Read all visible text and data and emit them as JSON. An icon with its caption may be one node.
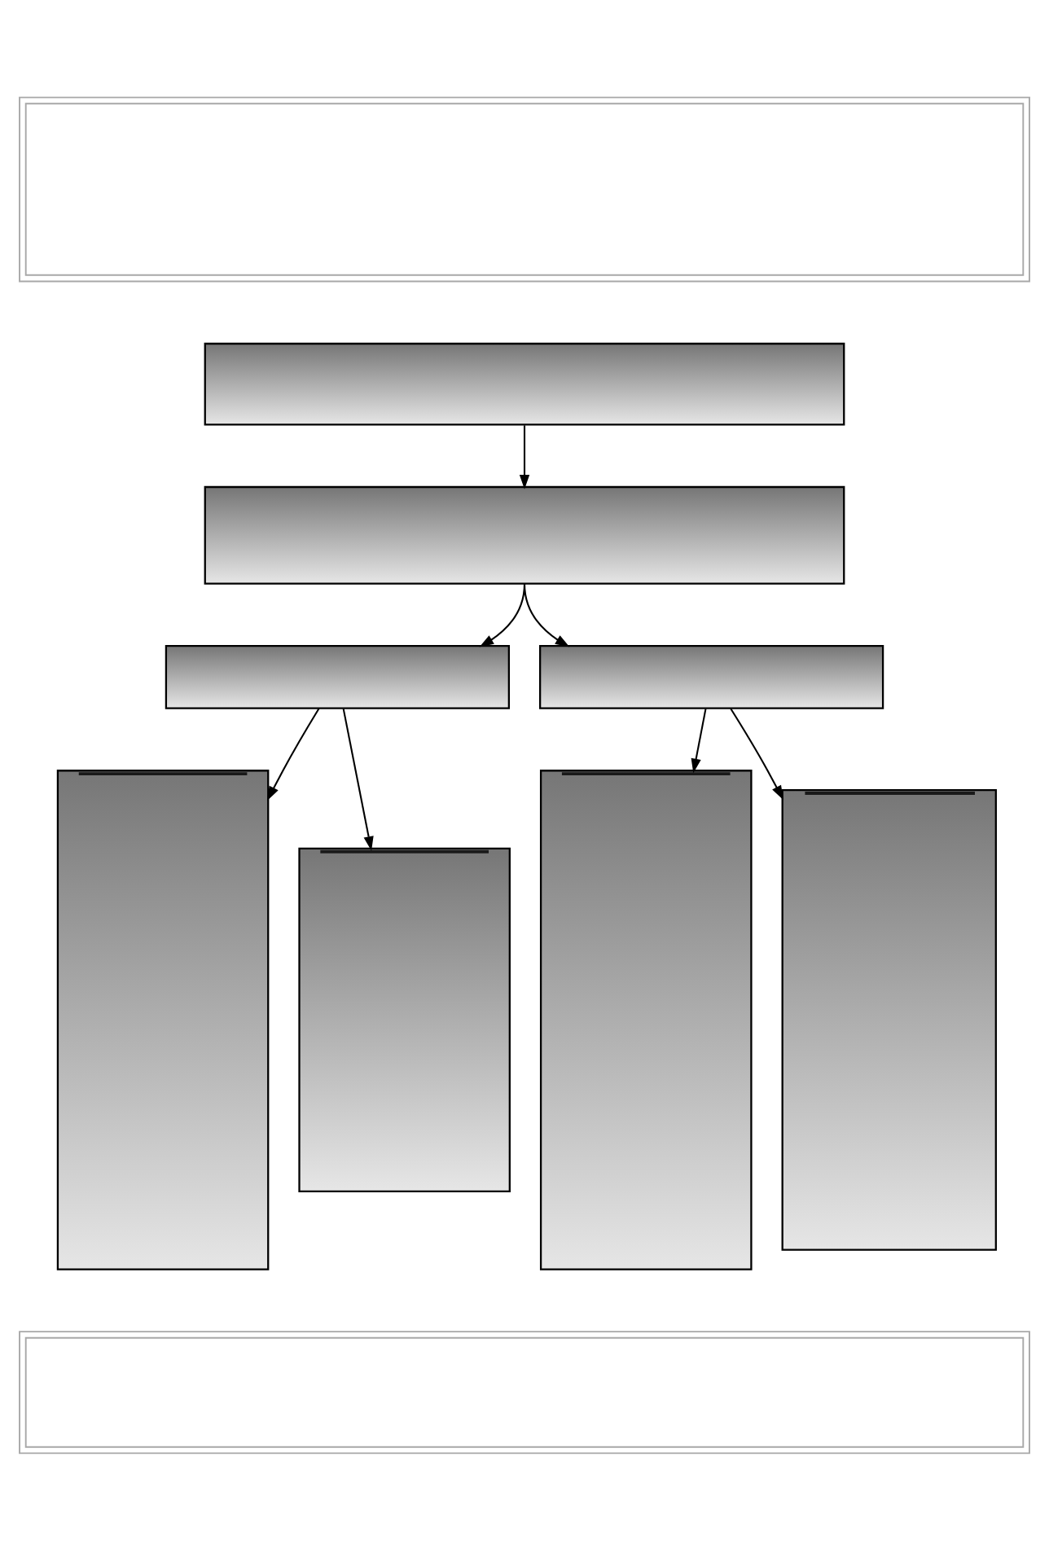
{
  "diagram": {
    "nodes": [
      {
        "text": [],
        "shape": "box"
      },
      {
        "text": [],
        "shape": "box"
      },
      {
        "text": [],
        "shape": "box"
      },
      {
        "text": [],
        "shape": "box"
      },
      {
        "text": [],
        "shape": "box"
      },
      {
        "text": [],
        "shape": "box"
      },
      {
        "text": [],
        "shape": "box"
      },
      {
        "text": [],
        "shape": "box"
      },
      {
        "text": [],
        "shape": "box"
      },
      {
        "text": [],
        "shape": "box"
      }
    ],
    "edges": [
      {
        "from": 1,
        "to": 2,
        "arrow": "to"
      },
      {
        "from": 2,
        "to": 3,
        "arrow": "to"
      },
      {
        "from": 2,
        "to": 4,
        "arrow": "to"
      },
      {
        "from": 3,
        "to": 5,
        "arrow": "to"
      },
      {
        "from": 3,
        "to": 6,
        "arrow": "to"
      },
      {
        "from": 4,
        "to": 7,
        "arrow": "to"
      },
      {
        "from": 4,
        "to": 8,
        "arrow": "to"
      }
    ]
  }
}
